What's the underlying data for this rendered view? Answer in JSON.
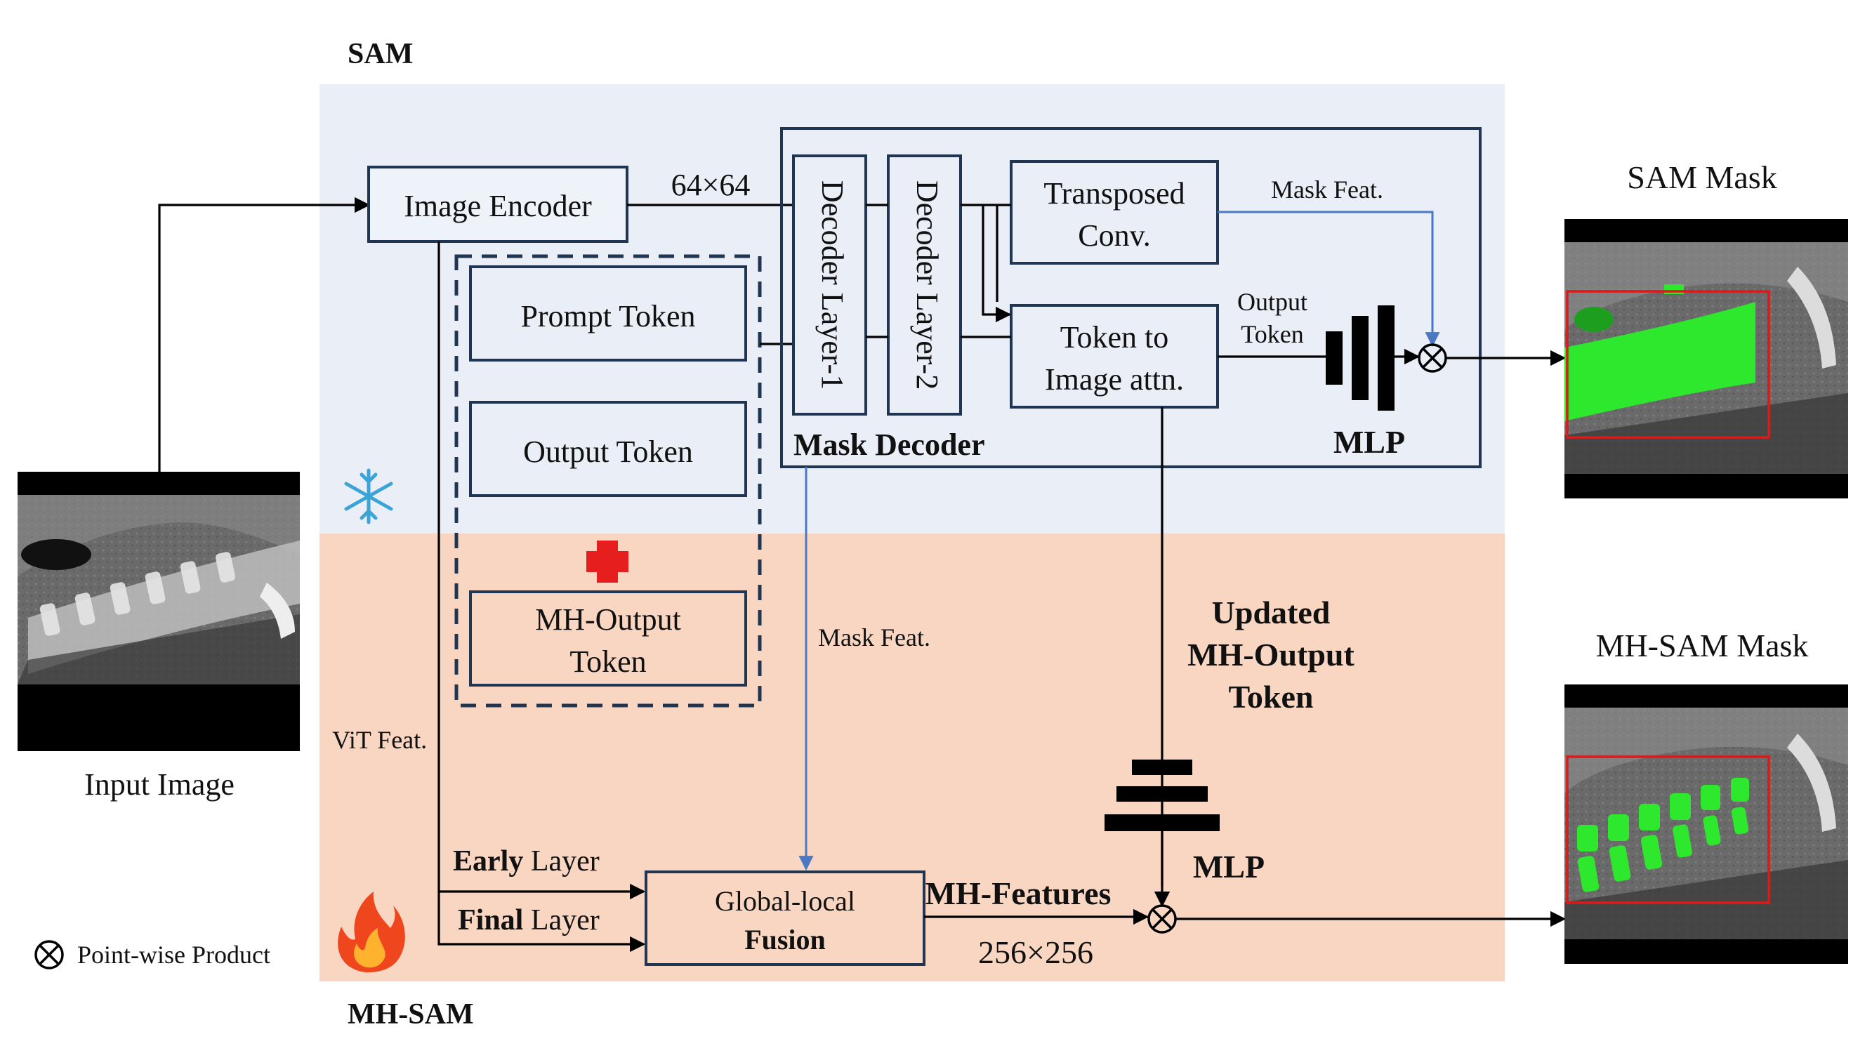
{
  "sections": {
    "sam": "SAM",
    "mh_sam": "MH-SAM"
  },
  "input_label": "Input Image",
  "image_encoder": "Image Encoder",
  "dim_64": "64×64",
  "dim_256": "256×256",
  "tokens": {
    "prompt": "Prompt Token",
    "output": "Output Token",
    "mh_output_line1": "MH-Output",
    "mh_output_line2": "Token"
  },
  "decoder": {
    "layer1": "Decoder Layer-1",
    "layer2": "Decoder Layer-2",
    "transposed_line1": "Transposed",
    "transposed_line2": "Conv.",
    "attn_line1": "Token to",
    "attn_line2": "Image attn.",
    "title": "Mask Decoder"
  },
  "labels": {
    "mask_feat_top": "Mask Feat.",
    "mask_feat_mid": "Mask Feat.",
    "output_token_line1": "Output",
    "output_token_line2": "Token",
    "mlp_top": "MLP",
    "mlp_bottom": "MLP",
    "vit_feat": "ViT Feat.",
    "early_bold": "Early",
    "early_rest": " Layer",
    "final_bold": "Final",
    "final_rest": " Layer",
    "updated_line1": "Updated",
    "updated_line2": "MH-Output",
    "updated_line3": "Token",
    "mh_features": "MH-Features",
    "fusion_line1": "Global-local",
    "fusion_line2": "Fusion",
    "legend": "Point-wise Product"
  },
  "outputs": {
    "sam_mask": "SAM Mask",
    "mh_sam_mask": "MH-SAM Mask"
  },
  "colors": {
    "sam_bg": "#e9eef7",
    "mh_bg": "#f9d6c2",
    "box_stroke": "#1f3552",
    "blue_line": "#4a78c2",
    "plus": "#e61e1e",
    "mask_green": "#2ee82e",
    "bbox_red": "#e01818"
  },
  "icons": [
    "snowflake-icon",
    "fire-icon",
    "plus-icon",
    "pointwise-product-icon"
  ]
}
